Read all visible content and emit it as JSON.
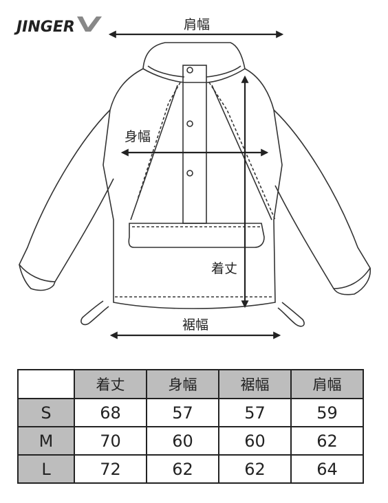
{
  "logo": {
    "text": "JINGER"
  },
  "labels": {
    "shoulder_width": "肩幅",
    "body_width": "身幅",
    "length": "着丈",
    "hem_width": "裾幅"
  },
  "table": {
    "headers": [
      "着丈",
      "身幅",
      "裾幅",
      "肩幅"
    ],
    "rows": [
      {
        "size": "S",
        "values": [
          "68",
          "57",
          "57",
          "59"
        ]
      },
      {
        "size": "M",
        "values": [
          "70",
          "60",
          "60",
          "62"
        ]
      },
      {
        "size": "L",
        "values": [
          "72",
          "62",
          "62",
          "64"
        ]
      }
    ]
  }
}
